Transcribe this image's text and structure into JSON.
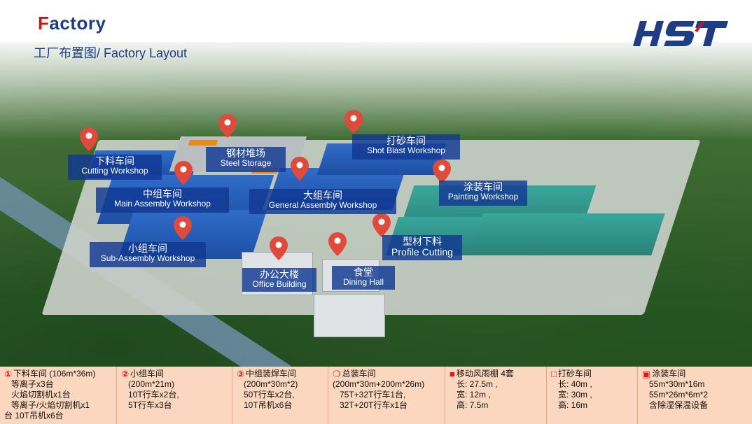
{
  "header": {
    "title_first": "F",
    "title_rest": "actory",
    "subtitle": "工厂布置图/ Factory Layout",
    "logo_text": "HST"
  },
  "colors": {
    "accent": "#1f3d84",
    "red": "#c8161d",
    "label_bg": "#113892",
    "info_bg": "#fbd7bf"
  },
  "areas": [
    {
      "cn": "下料车间",
      "en": "Cutting Workshop"
    },
    {
      "cn": "钢材堆场",
      "en": "Steel Storage"
    },
    {
      "cn": "打砂车间",
      "en": "Shot Blast Workshop"
    },
    {
      "cn": "中组车间",
      "en": "Main Assembly Workshop"
    },
    {
      "cn": "大组车间",
      "en": "General Assembly Workshop"
    },
    {
      "cn": "涂装车间",
      "en": "Painting Workshop"
    },
    {
      "cn": "小组车间",
      "en": "Sub-Assembly Workshop"
    },
    {
      "cn": "型材下料",
      "en": "Profile Cutting"
    },
    {
      "cn": "办公大楼",
      "en": "Office Building"
    },
    {
      "cn": "食堂",
      "en": "Dining Hall"
    }
  ],
  "info": [
    {
      "marker": "①",
      "title": "下料车间  (106m*36m)",
      "lines": [
        "等离子x3台",
        "火焰切割机x1台",
        "等离子/火焰切割机x1",
        "台    10T吊机x6台"
      ]
    },
    {
      "marker": "②",
      "title": "小组车间",
      "lines": [
        "(200m*21m)",
        "10T行车x2台,",
        "5T行车x3台"
      ]
    },
    {
      "marker": "③",
      "title": "中组装焊车间",
      "lines": [
        "(200m*30m*2)",
        "50T行车x2台,",
        "10T吊机x6台"
      ]
    },
    {
      "marker": "❍",
      "title": "总装车间",
      "lines": [
        "(200m*30m+200m*26m)",
        "75T+32T行车1台,",
        "32T+20T行车x1台"
      ]
    },
    {
      "marker": "■",
      "title": "移动风雨棚 4套",
      "lines": [
        "长:  27.5m ,",
        "宽:  12m ,",
        "高:  7.5m"
      ]
    },
    {
      "marker": "□",
      "title": "打砂车间",
      "lines": [
        "长:  40m ,",
        "宽:  30m ,",
        "高:  16m"
      ]
    },
    {
      "marker": "▣",
      "title": "涂装车间",
      "lines": [
        "55m*30m*16m",
        "55m*26m*6m*2",
        "含除湿保温设备"
      ]
    }
  ]
}
